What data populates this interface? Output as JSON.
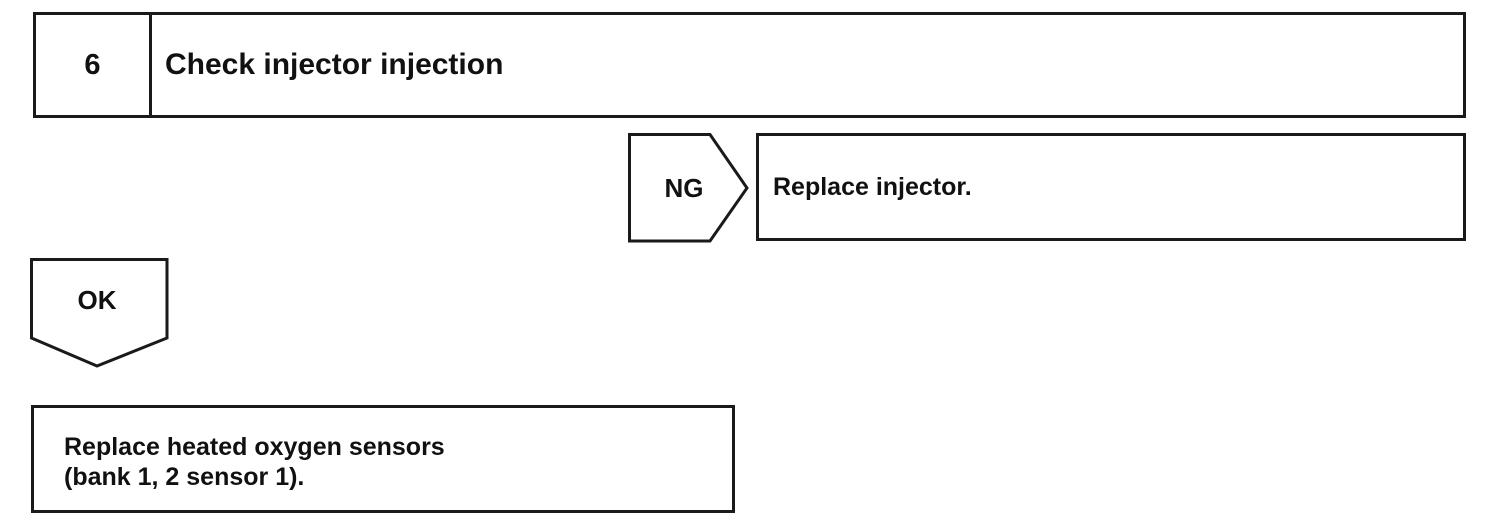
{
  "step": {
    "number": "6",
    "title": "Check injector injection"
  },
  "branches": {
    "ng": {
      "label": "NG",
      "action": "Replace injector."
    },
    "ok": {
      "label": "OK",
      "action_lines": [
        "Replace heated oxygen sensors",
        "(bank 1, 2 sensor 1)."
      ]
    }
  },
  "colors": {
    "stroke": "#1a1a1a",
    "text": "#111111",
    "background": "#ffffff"
  }
}
